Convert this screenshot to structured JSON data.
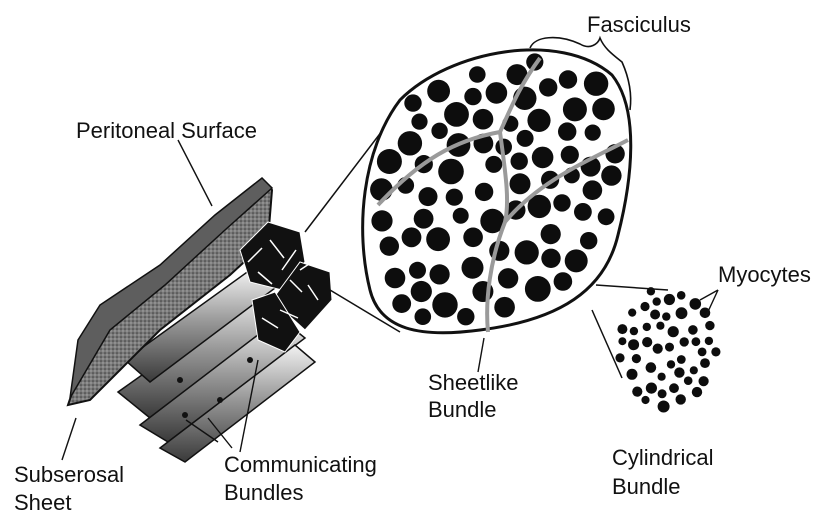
{
  "labels": {
    "peritoneal_surface": "Peritoneal Surface",
    "fasciculus": "Fasciculus",
    "myocytes": "Myocytes",
    "sheetlike_bundle_1": "Sheetlike",
    "sheetlike_bundle_2": "Bundle",
    "cylindrical_bundle_1": "Cylindrical",
    "cylindrical_bundle_2": "Bundle",
    "communicating_bundles_1": "Communicating",
    "communicating_bundles_2": "Bundles",
    "subserosal_sheet_1": "Subserosal",
    "subserosal_sheet_2": "Sheet"
  },
  "colors": {
    "ink": "#111111",
    "tissue_gray": "#8a8a8a",
    "cell_fill": "#0d0d0d",
    "septum": "#9a9a9a",
    "background": "#ffffff"
  }
}
